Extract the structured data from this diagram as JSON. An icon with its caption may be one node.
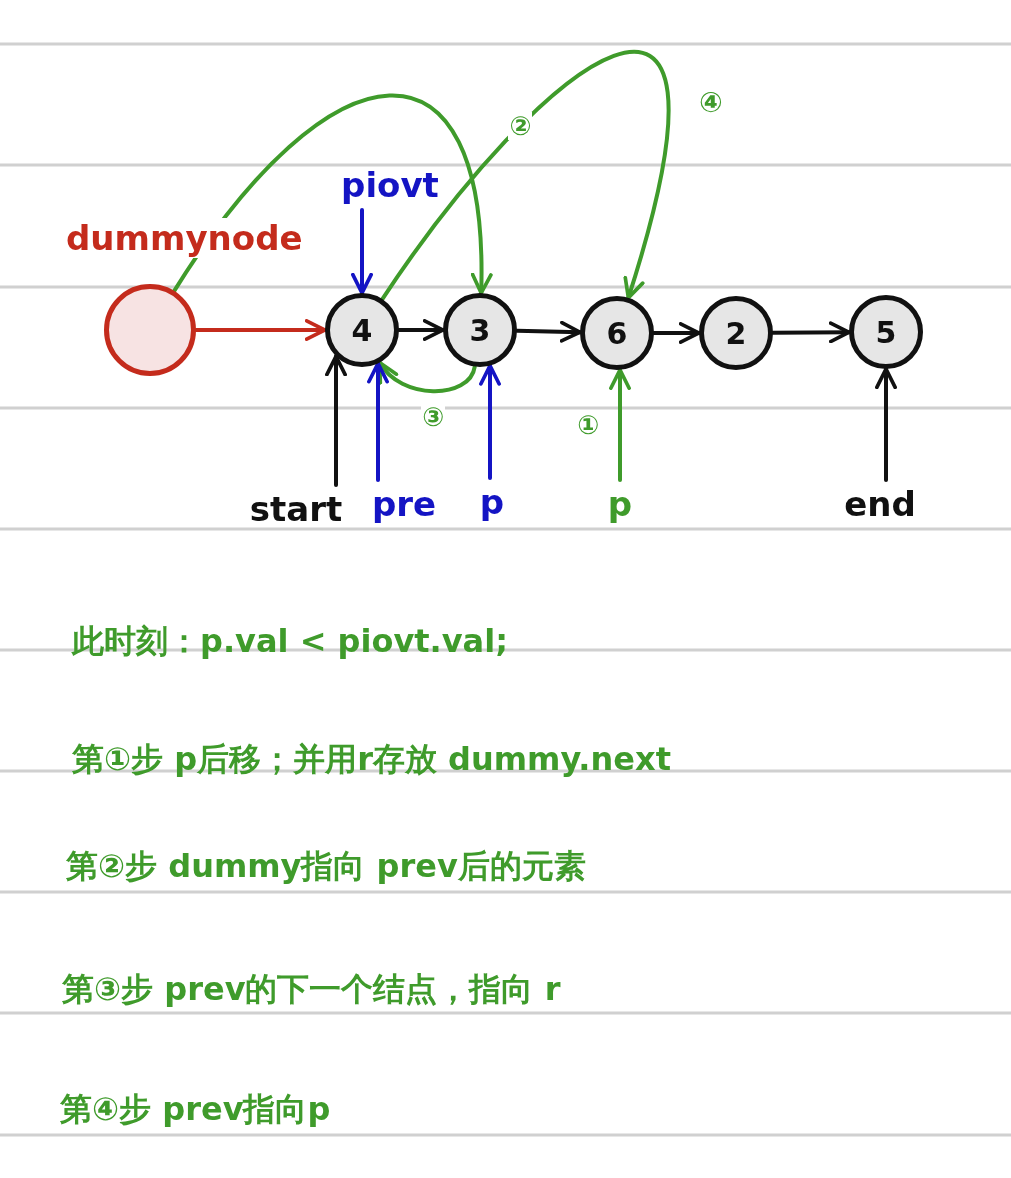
{
  "diagram": {
    "nodes": [
      {
        "text": [],
        "shape": "circle",
        "beside": [
          "dummynode"
        ]
      },
      {
        "text": [
          "4"
        ]
      },
      {
        "text": [
          "3"
        ]
      },
      {
        "text": [
          "6"
        ]
      },
      {
        "text": [
          "2"
        ]
      },
      {
        "text": [
          "5"
        ]
      },
      {
        "text": [
          "piovt"
        ]
      },
      {
        "text": [
          "start"
        ]
      },
      {
        "text": [
          "pre"
        ]
      },
      {
        "text": [
          "p"
        ]
      },
      {
        "text": [
          "p"
        ]
      },
      {
        "text": [
          "end"
        ]
      }
    ],
    "edges": [
      {
        "from": 0,
        "to": 1,
        "arrow": "to",
        "color": "#c42b1c"
      },
      {
        "from": 1,
        "to": 2,
        "arrow": "to"
      },
      {
        "from": 2,
        "to": 3,
        "arrow": "to"
      },
      {
        "from": 3,
        "to": 4,
        "arrow": "to"
      },
      {
        "from": 4,
        "to": 5,
        "arrow": "to"
      },
      {
        "from": 0,
        "to": 2,
        "arrow": "to",
        "color": "#3f9b2b"
      },
      {
        "from": 1,
        "to": 3,
        "arrow": "to",
        "label": "②",
        "color": "#3f9b2b"
      },
      {
        "from": 2,
        "to": 1,
        "arrow": "to",
        "label": "③",
        "color": "#3f9b2b"
      },
      {
        "from": 6,
        "to": 1,
        "arrow": "to",
        "color": "#1414c4"
      },
      {
        "from": 7,
        "to": 1,
        "arrow": "to"
      },
      {
        "from": 8,
        "to": 1,
        "arrow": "to",
        "color": "#1414c4"
      },
      {
        "from": 9,
        "to": 2,
        "arrow": "to",
        "color": "#1414c4"
      },
      {
        "from": 10,
        "to": 3,
        "arrow": "to",
        "label": "①",
        "color": "#3f9b2b"
      },
      {
        "from": 11,
        "to": 5,
        "arrow": "to"
      }
    ],
    "labels": [
      "④",
      "此时刻：p.val < piovt.val;",
      "第①步 p后移；并用r存放 dummy.next",
      "第②步 dummy指向 prev后的元素",
      "第③步 prev的下一个结点，指向 r",
      "第④步 prev指向p"
    ]
  }
}
